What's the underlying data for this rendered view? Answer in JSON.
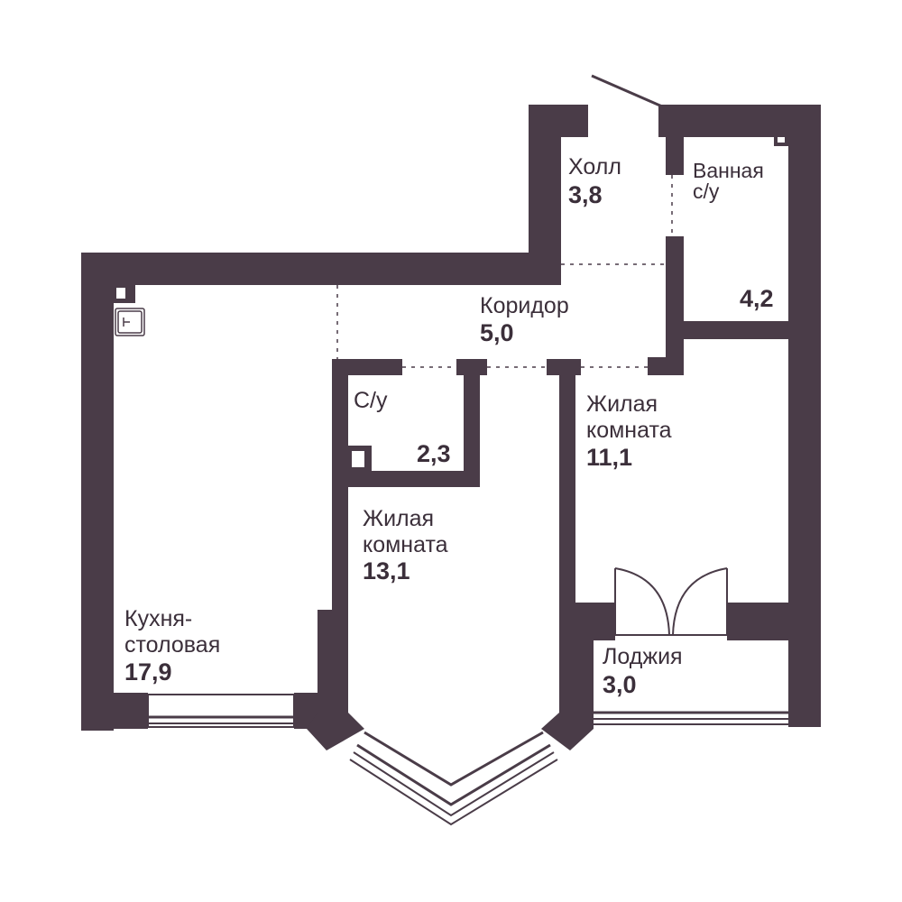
{
  "colors": {
    "wall": "#4a3c48",
    "text": "#3b2f3a",
    "dash": "#4a3c48",
    "background": "#ffffff"
  },
  "rooms": {
    "hall": {
      "name": "Холл",
      "area": "3,8"
    },
    "bath": {
      "name": "Ванная\nс/у",
      "area": "4,2"
    },
    "corridor": {
      "name": "Коридор",
      "area": "5,0"
    },
    "wc": {
      "name": "С/у",
      "area": "2,3"
    },
    "living1": {
      "name": "Жилая\nкомната",
      "area": "11,1"
    },
    "living2": {
      "name": "Жилая\nкомната",
      "area": "13,1"
    },
    "kitchen": {
      "name": "Кухня-\nстоловая",
      "area": "17,9"
    },
    "loggia": {
      "name": "Лоджия",
      "area": "3,0"
    }
  }
}
